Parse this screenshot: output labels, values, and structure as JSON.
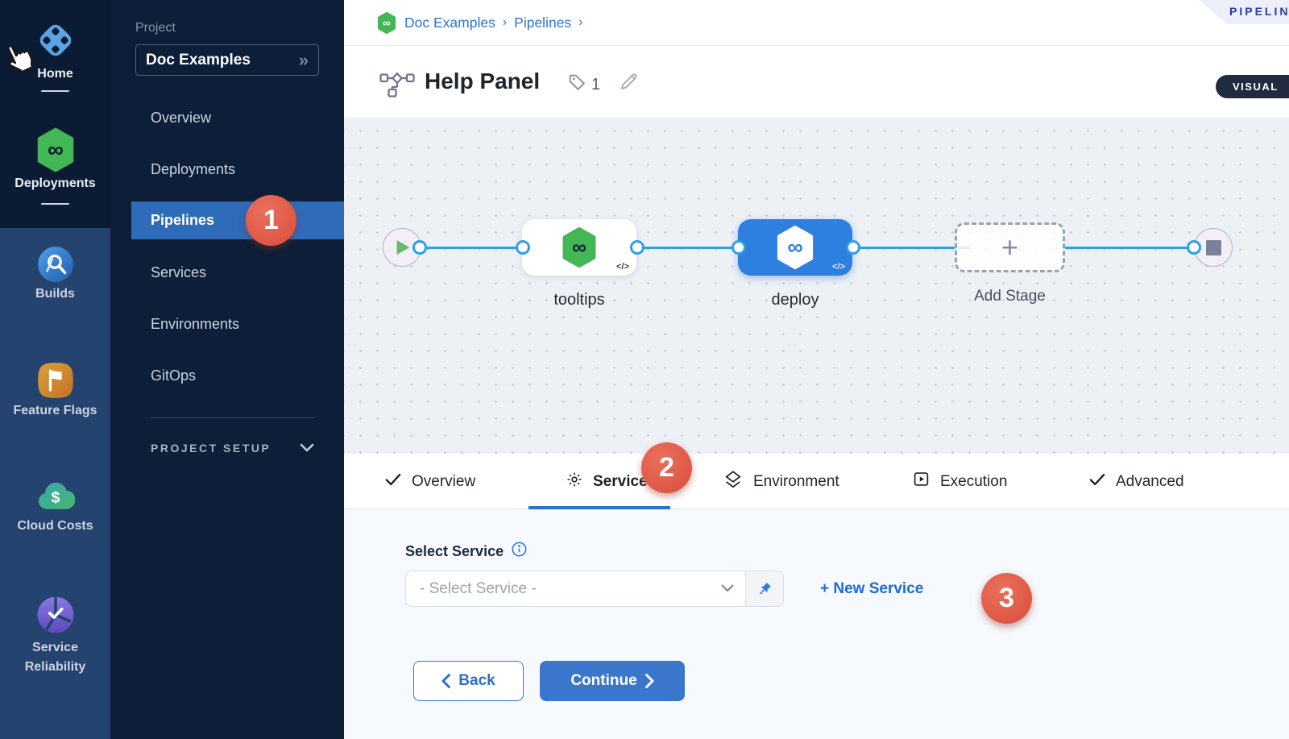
{
  "left_rail": {
    "items": [
      {
        "label": "Home"
      },
      {
        "label": "Deployments"
      },
      {
        "label": "Builds"
      },
      {
        "label": "Feature Flags"
      },
      {
        "label": "Cloud Costs"
      },
      {
        "label_line1": "Service",
        "label_line2": "Reliability"
      }
    ]
  },
  "project_panel": {
    "section_label": "Project",
    "project_name": "Doc Examples",
    "chevrons": "»",
    "menu": [
      "Overview",
      "Deployments",
      "Pipelines",
      "Services",
      "Environments",
      "GitOps"
    ],
    "setup_label": "PROJECT SETUP"
  },
  "breadcrumb": {
    "crumb1": "Doc Examples",
    "crumb2": "Pipelines",
    "separator": "›"
  },
  "title_bar": {
    "ribbon": "PIPELIN",
    "title": "Help Panel",
    "tag_count": "1",
    "visual_button": "VISUAL"
  },
  "pipeline": {
    "stage1_label": "tooltips",
    "stage2_label": "deploy",
    "add_stage_label": "Add Stage",
    "plus": "+",
    "code_toggle": "</>"
  },
  "tabs": {
    "overview": "Overview",
    "service": "Service",
    "environment": "Environment",
    "execution": "Execution",
    "advanced": "Advanced"
  },
  "callouts": {
    "step1": "1",
    "step2": "2",
    "step3": "3"
  },
  "service_form": {
    "label": "Select Service",
    "placeholder": "- Select Service -",
    "new_service_link": "+ New Service",
    "back_button": "Back",
    "continue_button": "Continue"
  },
  "glyphs": {
    "infinity": "∞",
    "dollar": "$"
  },
  "colors": {
    "sidebar_navy": "#0a1b33",
    "module_blue": "#25436f",
    "active_nav_blue": "#2e6bb8",
    "accent_blue": "#2d72d2",
    "link_blue": "#2069d8",
    "badge_red": "#e05b47",
    "harness_green": "#43b754",
    "node_blue": "#2d7fe0",
    "connector_blue": "#2f9fe6"
  }
}
